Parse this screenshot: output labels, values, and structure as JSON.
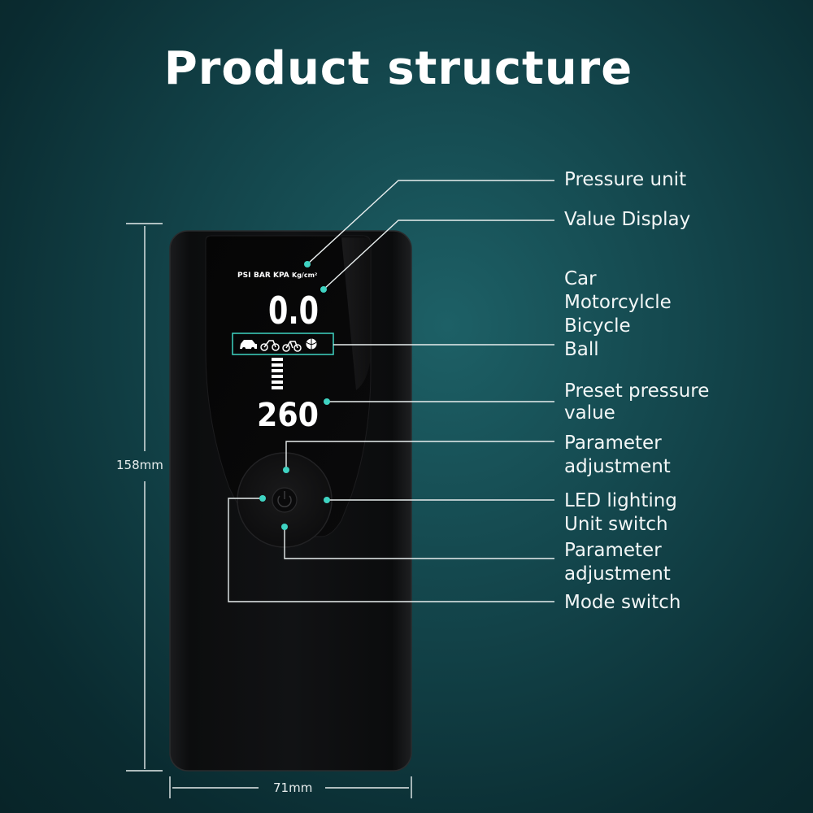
{
  "title": "Product structure",
  "labels": {
    "pressure_unit": "Pressure unit",
    "value_display": "Value Display",
    "car": "Car",
    "motorcycle": "Motorcylcle",
    "bicycle": "Bicycle",
    "ball": "Ball",
    "preset_1": "Preset pressure",
    "preset_2": "value",
    "param_top_1": "Parameter",
    "param_top_2": "adjustment",
    "led": "LED lighting",
    "unit_switch": "Unit switch",
    "param_bottom_1": "Parameter",
    "param_bottom_2": "adjustment",
    "mode_switch": "Mode switch"
  },
  "dimensions": {
    "height": "158mm",
    "width": "71mm"
  },
  "display": {
    "units": {
      "psi": "PSI",
      "bar": "BAR",
      "kpa": "KPA",
      "kgcm2": "Kg/cm²"
    },
    "value": "0.0",
    "preset": "260",
    "mode_icons": [
      "car-icon",
      "motorcycle-icon",
      "bicycle-icon",
      "ball-icon"
    ]
  },
  "colors": {
    "accent": "#3fd3c2",
    "lcd_segment": "#ffffff",
    "device_body": "#0e0f10"
  }
}
